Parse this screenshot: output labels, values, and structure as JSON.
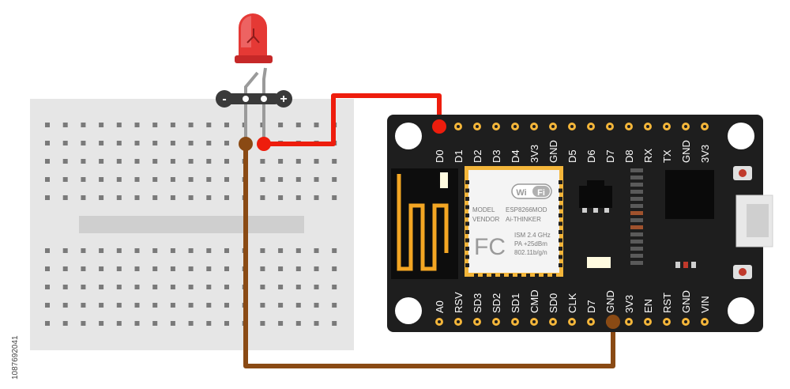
{
  "board": {
    "top_pins": [
      "D0",
      "D1",
      "D2",
      "D3",
      "D4",
      "3V3",
      "GND",
      "D5",
      "D6",
      "D7",
      "D8",
      "RX",
      "TX",
      "GND",
      "3V3"
    ],
    "bottom_pins": [
      "A0",
      "RSV",
      "SD3",
      "SD2",
      "SD1",
      "CMD",
      "SD0",
      "CLK",
      "D7",
      "GND",
      "3V3",
      "EN",
      "RST",
      "GND",
      "VIN"
    ],
    "module_model_label": "MODEL",
    "module_model_value": "ESP8266MOD",
    "module_vendor_label": "VENDOR",
    "module_vendor_value": "Ai-THINKER",
    "wifi_logo_left": "Wi",
    "wifi_logo_right": "Fi",
    "fcc_logo": "FC",
    "ism_band": "ISM 2.4 GHz",
    "pa_power": "PA  +25dBm",
    "wifi_standard": "802.11b/g/n"
  },
  "led": {
    "minus_symbol": "-",
    "plus_symbol": "+"
  },
  "colors": {
    "board": "#1e1e1e",
    "wire_signal": "#ee1d0d",
    "wire_ground": "#8a4a14",
    "led": "#e53935",
    "breadboard": "#e8e8e8",
    "module_body": "#f4f4f4",
    "module_pads": "#f4b63a"
  },
  "stock_id": "1087692041"
}
